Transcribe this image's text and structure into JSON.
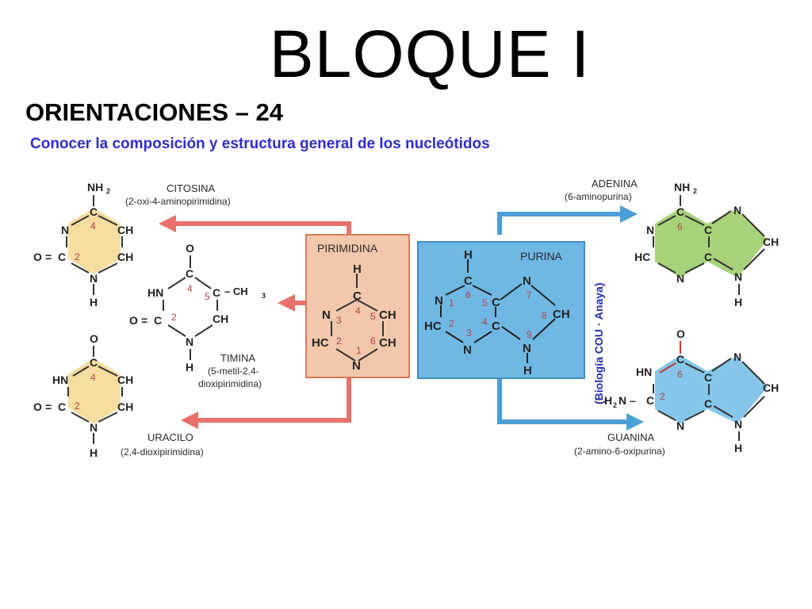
{
  "slide": {
    "title": "BLOQUE I",
    "subtitle": "ORIENTACIONES – 24",
    "description": "Conocer la composición y estructura general de los nucleótidos"
  },
  "diagram": {
    "pirimidina": {
      "label": "PIRIMIDINA",
      "atoms": {
        "h": "H",
        "c4": "C",
        "n3": "N",
        "c5h": "CH",
        "hc2": "HC",
        "c6h": "CH",
        "n1": "N"
      },
      "numbers": {
        "n4": "4",
        "n3": "3",
        "n5": "5",
        "n2": "2",
        "n6": "6",
        "n1": "1"
      }
    },
    "purina": {
      "label": "PURINA",
      "atoms": {
        "h_top": "H",
        "c6": "C",
        "n1": "N",
        "c5": "C",
        "n7": "N",
        "c8h": "CH",
        "hc2": "HC",
        "n3": "N",
        "c4": "C",
        "n9": "N",
        "h_bot": "H"
      },
      "numbers": {
        "n6": "6",
        "n1": "1",
        "n5": "5",
        "n7": "7",
        "n8": "8",
        "n2": "2",
        "n3": "3",
        "n4": "4",
        "n9": "9"
      }
    },
    "citosina": {
      "name": "CITOSINA",
      "subname": "(2-oxi-4-aminopirimidina)",
      "atoms": {
        "nh": "NH",
        "nh_sub": "2",
        "c4": "C",
        "n3": "N",
        "ch5": "CH",
        "o": "O",
        "eq": "=",
        "c2": "C",
        "ch6": "CH",
        "n1": "N",
        "h": "H"
      },
      "numbers": {
        "n4": "4",
        "n2": "2"
      }
    },
    "timina": {
      "name": "TIMINA",
      "subname1": "(5-metil-2,4-",
      "subname2": "dioxipirimidina)",
      "atoms": {
        "o_top": "O",
        "c4": "C",
        "hn": "HN",
        "c5": "C",
        "ch3": "– CH",
        "ch3_sub": "3",
        "o": "O",
        "eq": "=",
        "c2": "C",
        "ch6": "CH",
        "n1": "N",
        "h": "H"
      },
      "numbers": {
        "n4": "4",
        "n5": "5",
        "n2": "2"
      }
    },
    "uracilo": {
      "name": "URACILO",
      "subname": "(2,4-dioxipirimidina)",
      "atoms": {
        "o_top": "O",
        "c4": "C",
        "hn": "HN",
        "ch5": "CH",
        "o": "O",
        "eq": "=",
        "c2": "C",
        "ch6": "CH",
        "n1": "N",
        "h": "H"
      },
      "numbers": {
        "n4": "4",
        "n2": "2"
      }
    },
    "adenina": {
      "name": "ADENINA",
      "subname": "(6-aminopurina)",
      "atoms": {
        "nh": "NH",
        "nh_sub": "2",
        "c6": "C",
        "n1": "N",
        "c5": "C",
        "n7": "N",
        "hc": "HC",
        "c4": "C",
        "ch8": "CH",
        "n3": "N",
        "n9": "N",
        "h": "H"
      },
      "numbers": {
        "n6": "6"
      }
    },
    "guanina": {
      "name": "GUANINA",
      "subname": "(2-amino-6-oxipurina)",
      "atoms": {
        "o": "O",
        "c6": "C",
        "hn": "HN",
        "c5": "C",
        "n7": "N",
        "h2n": "H",
        "h2n_sub": "2",
        "h2n_n": "N –",
        "c2": "C",
        "c4": "C",
        "ch8": "CH",
        "n3": "N",
        "n9": "N",
        "h": "H"
      },
      "numbers": {
        "n6": "6",
        "n2": "2"
      }
    },
    "credit": "(Biología COU · Anaya)",
    "colors": {
      "pirimidina_box": "#f3c7ac",
      "pirimidina_border": "#d97a5a",
      "purina_box": "#6fb8e4",
      "purina_border": "#3e8fc6",
      "pyrimidine_base_fill": "#f6dda0",
      "adenina_fill": "#a8d27a",
      "guanina_fill": "#86c6ea",
      "arrow_red": "#e8716b",
      "arrow_blue": "#4c9fd6",
      "credit_text": "#1f2fb0",
      "number_text": "#b0434a"
    }
  }
}
